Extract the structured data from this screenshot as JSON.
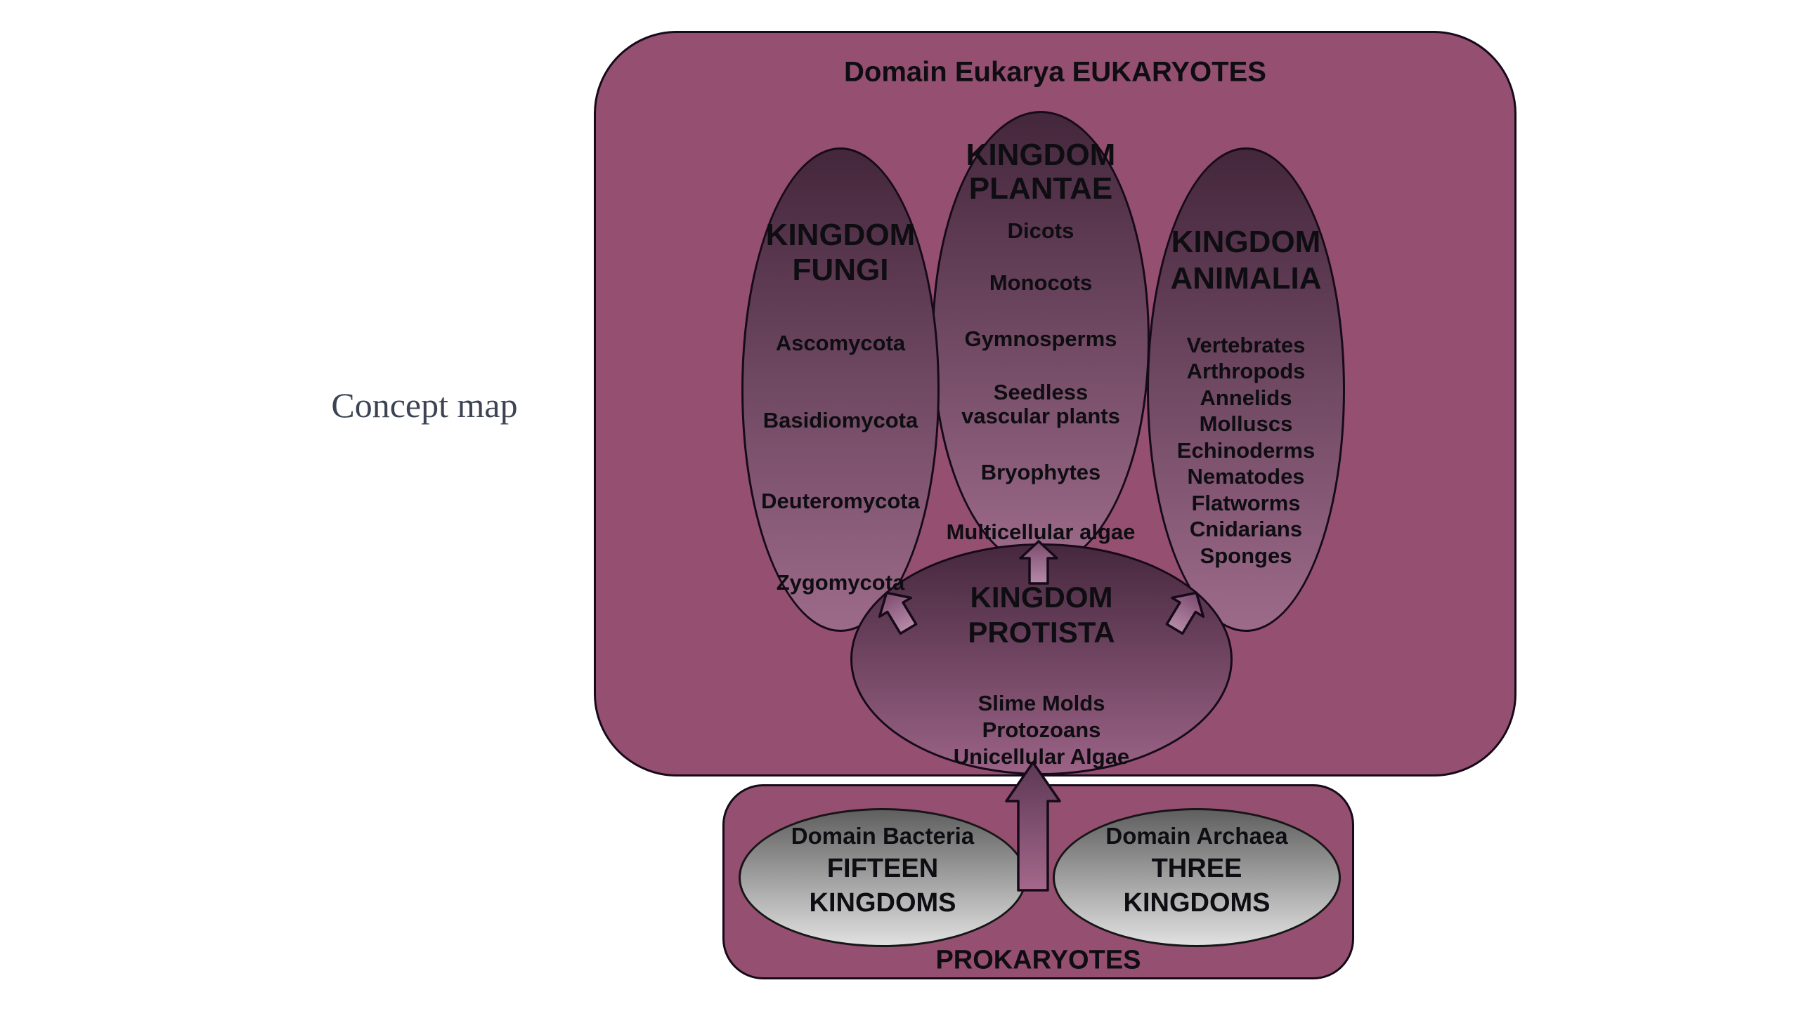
{
  "page": {
    "caption": "Concept map"
  },
  "colors": {
    "map_fill": "#954f70",
    "map_outline": "#160a19",
    "ellipse_top": "#44273c",
    "ellipse_bottom": "#9d6b8a",
    "protista_top": "#46283e",
    "protista_bottom": "#9b6386",
    "gray_top": "#5f5f5f",
    "gray_bottom": "#e0e0e0",
    "gray_outline": "#161616",
    "small_arrow_top": "#7a4a6e",
    "small_arrow_bottom": "#b78aa8",
    "big_arrow_top": "#5c3854",
    "big_arrow_bottom": "#a4688b",
    "text": "#0e0d12",
    "caption_color": "#3c4454"
  },
  "eukarya": {
    "title": "Domain Eukarya EUKARYOTES",
    "fungi": {
      "title": "KINGDOM\nFUNGI",
      "items": [
        "Ascomycota",
        "Basidiomycota",
        "Deuteromycota",
        "Zygomycota"
      ]
    },
    "plantae": {
      "title": "KINGDOM\nPLANTAE",
      "items": [
        "Dicots",
        "Monocots",
        "Gymnosperms",
        "Seedless\nvascular plants",
        "Bryophytes",
        "Multicellular algae"
      ]
    },
    "animalia": {
      "title": "KINGDOM\nANIMALIA",
      "items": [
        "Vertebrates",
        "Arthropods",
        "Annelids",
        "Molluscs",
        "Echinoderms",
        "Nematodes",
        "Flatworms",
        "Cnidarians",
        "Sponges"
      ]
    },
    "protista": {
      "title": "KINGDOM\nPROTISTA",
      "items": [
        "Slime Molds",
        "Protozoans",
        "Unicellular Algae"
      ]
    }
  },
  "prokaryotes": {
    "label": "PROKARYOTES",
    "bacteria": {
      "title": "Domain Bacteria",
      "subtitle": "FIFTEEN\nKINGDOMS"
    },
    "archaea": {
      "title": "Domain Archaea",
      "subtitle": "THREE\nKINGDOMS"
    }
  }
}
